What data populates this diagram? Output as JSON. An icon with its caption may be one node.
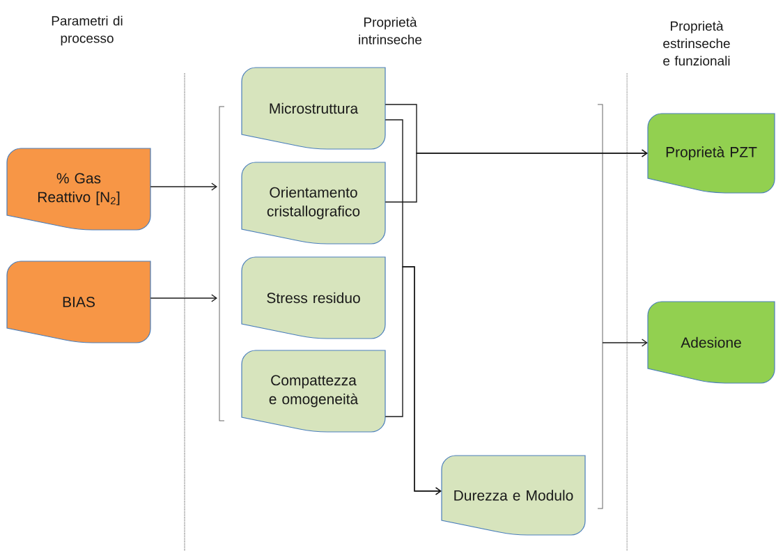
{
  "diagram": {
    "nodes": [
      {
        "text": [
          "% Gas Reattivo [N$_{2}$]"
        ]
      },
      {
        "text": [
          "BIAS"
        ]
      },
      {
        "text": [
          "Microstruttura"
        ]
      },
      {
        "text": [
          "Orientamento cristallografico"
        ]
      },
      {
        "text": [
          "Stress residuo"
        ]
      },
      {
        "text": [
          "Compattezza e omogeneità"
        ]
      },
      {
        "text": [
          "Durezza e Modulo"
        ]
      },
      {
        "text": [
          "Proprietà PZT"
        ]
      },
      {
        "text": [
          "Adesione"
        ]
      }
    ],
    "edges": [
      {
        "from": 0,
        "to": null,
        "arrow": "to"
      },
      {
        "from": 1,
        "to": null,
        "arrow": "to"
      },
      {
        "from": 2,
        "to": 7,
        "arrow": "to"
      },
      {
        "from": 3,
        "to": 7,
        "arrow": "to"
      },
      {
        "from": 2,
        "to": 6,
        "arrow": "to"
      },
      {
        "from": 5,
        "to": 6,
        "arrow": "to"
      },
      {
        "from": null,
        "to": 8,
        "arrow": "to"
      }
    ],
    "labels": [
      "Parametri di processo",
      "Proprietà intrinseche",
      "Proprietà estrinseche e funzionali"
    ]
  }
}
